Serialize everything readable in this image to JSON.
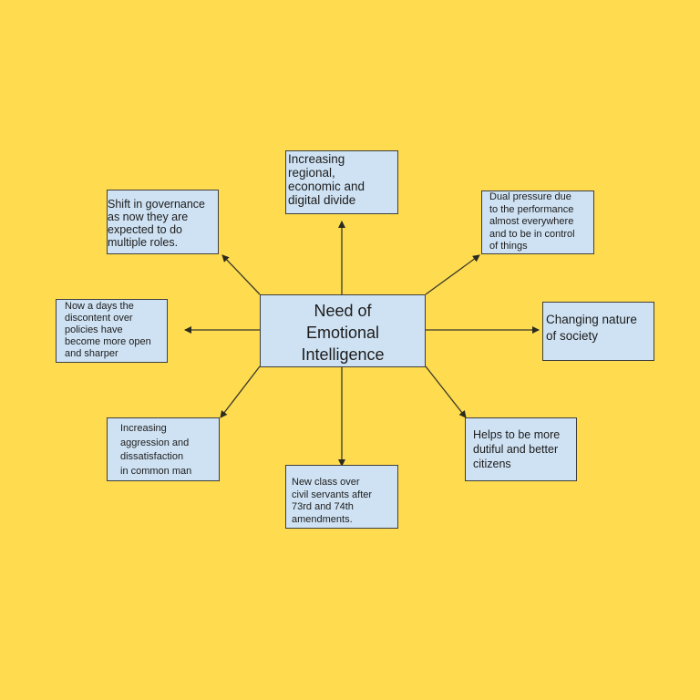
{
  "diagram": {
    "title": "Need of Emotional Intelligence",
    "colors": {
      "background": "#fedb4f",
      "node_fill": "#cfe2f3",
      "node_border": "#3f3f3f",
      "arrow": "#3a3a2a"
    },
    "center": {
      "label": "Need of\nEmotional\nIntelligence"
    },
    "nodes": [
      {
        "id": "top",
        "label": "Increasing\nregional,\neconomic and\ndigital divide"
      },
      {
        "id": "top-left",
        "label": "Shift in governance\nas now they are\nexpected to do\nmultiple roles."
      },
      {
        "id": "top-right",
        "label": "Dual pressure due\nto the performance\nalmost everywhere\nand to be in control\nof things"
      },
      {
        "id": "left",
        "label": "Now a days the\ndiscontent over\npolicies have\nbecome more open\nand sharper"
      },
      {
        "id": "right",
        "label": "Changing nature\nof society"
      },
      {
        "id": "bottom-left",
        "label": "Increasing\naggression and\ndissatisfaction\nin common man"
      },
      {
        "id": "bottom",
        "label": "New class over\ncivil servants after\n73rd and 74th\namendments."
      },
      {
        "id": "bottom-right",
        "label": "Helps to be more\ndutiful and better\ncitizens"
      }
    ]
  }
}
